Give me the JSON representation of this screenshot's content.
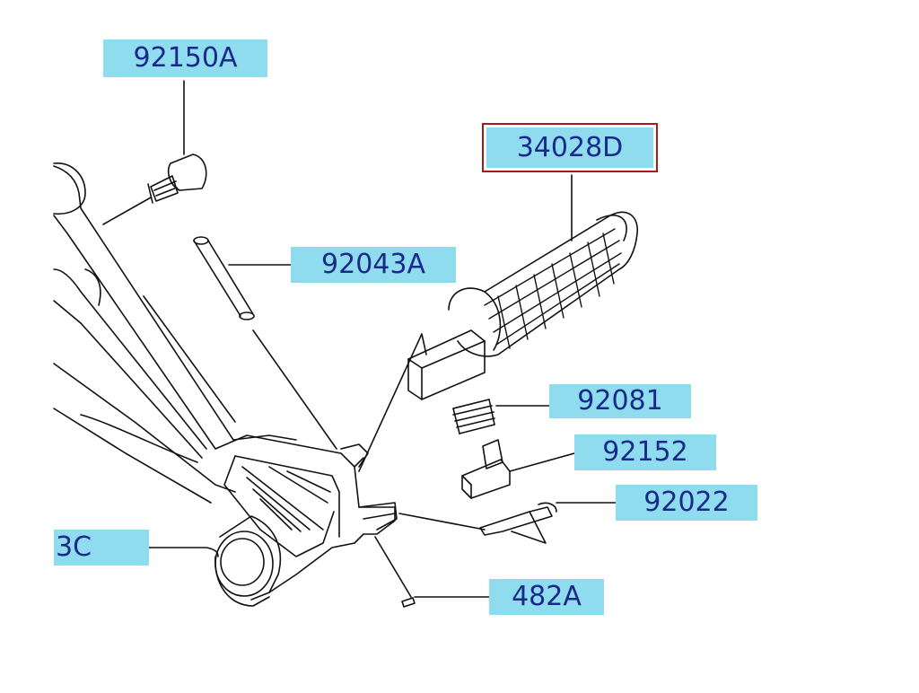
{
  "diagram": {
    "callouts": [
      {
        "id": "92150A",
        "text": "92150A",
        "selected": false
      },
      {
        "id": "34028D",
        "text": "34028D",
        "selected": true
      },
      {
        "id": "92043A",
        "text": "92043A",
        "selected": false
      },
      {
        "id": "92081",
        "text": "92081",
        "selected": false
      },
      {
        "id": "92152",
        "text": "92152",
        "selected": false
      },
      {
        "id": "92022",
        "text": "92022",
        "selected": false
      },
      {
        "id": "3C",
        "text": "3C",
        "selected": false
      },
      {
        "id": "482A",
        "text": "482A",
        "selected": false
      }
    ],
    "colors": {
      "callout_fill": "#8fdcef",
      "callout_text": "#1a2a8a",
      "selected_border": "#b01818",
      "line": "#111111"
    }
  }
}
